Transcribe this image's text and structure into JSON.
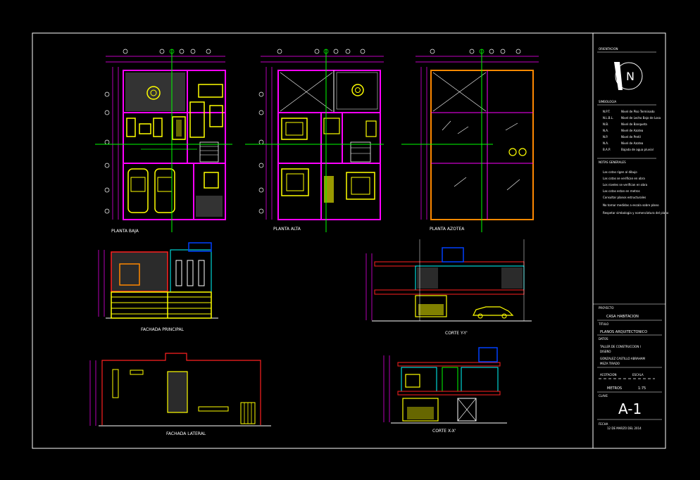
{
  "drawing": {
    "views": {
      "planta_baja": "PLANTA BAJA",
      "planta_alta": "PLANTA ALTA",
      "planta_azotea": "PLANTA AZOTEA",
      "fachada_principal": "FACHADA PRINCIPAL",
      "corte_yy": "CORTE Y-Y'",
      "fachada_lateral": "FACHADA LATERAL",
      "corte_xx": "CORTE X-X'"
    },
    "north_symbol": "N"
  },
  "title_block": {
    "orientacion_label": "ORIENTACION",
    "simbologia_label": "SIMBOLOGIA",
    "simbologia": [
      {
        "code": "N.P.T.",
        "desc": "Nivel de Piso Terminado"
      },
      {
        "code": "N.L.B.L.",
        "desc": "Nivel de Lecho Bajo de Losa"
      },
      {
        "code": "N.B.",
        "desc": "Nivel de Banqueta"
      },
      {
        "code": "N.A.",
        "desc": "Nivel de Azotea"
      },
      {
        "code": "N.P.",
        "desc": "Nivel de Pretil"
      },
      {
        "code": "N.A.",
        "desc": "Nivel de Azotea"
      },
      {
        "code": "B.A.P.",
        "desc": "Bajada de agua pluvial"
      }
    ],
    "notas_label": "NOTAS GENERALES",
    "notas": [
      "Las cotas rigen al dibujo",
      "Las cotas se verifican en obra",
      "Los niveles se verifican en obra",
      "Las cotas estan en metros",
      "Consultar planos estructurales",
      "No tomar medidas a escala sobre plano",
      "Respetar simbologia y nomenclatura del plano"
    ],
    "proyecto_label": "PROYECTO",
    "proyecto": "CASA HABITACION",
    "titulo_label": "TITULO",
    "titulo": "PLANOS ARQUITECTONICO",
    "datos_label": "DATOS",
    "datos_1": "TALLER DE CONSTRUCCION I",
    "datos_1b": "DISEÑO",
    "datos_2": "GONZALEZ CASTILLO ABRAHAM",
    "datos_2b": "MEZA TIRADO",
    "acotacion_label": "ACOTACION",
    "escala_label": "ESCALA",
    "acotacion": "METROS",
    "escala": "1:75",
    "clave_label": "CLAVE",
    "clave": "A-1",
    "fecha_label": "FECHA",
    "fecha": "12 DE MARZO DEL 2014"
  },
  "colors": {
    "background": "#000000",
    "frame": "#ffffff",
    "wall_magenta": "#ff00ff",
    "wall_red": "#ff2020",
    "furniture_yellow": "#ffff00",
    "axis_green": "#00ff00",
    "cyan": "#00ffff",
    "blue": "#0040ff"
  }
}
